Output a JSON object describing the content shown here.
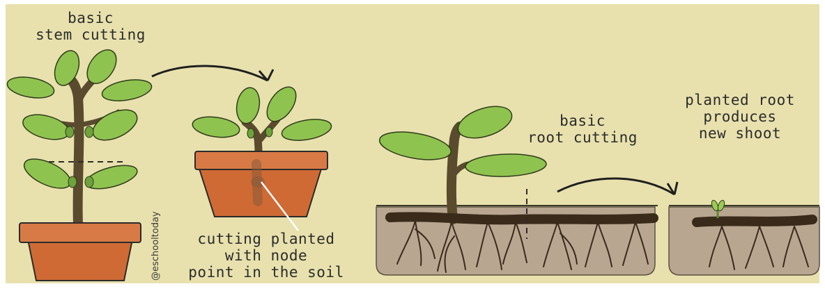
{
  "colors": {
    "background": "#e8e1ad",
    "leaf": "#8fc34f",
    "leaf_dark": "#5e8a2f",
    "stem": "#5a4a2e",
    "pot": "#cf6a35",
    "pot_rim": "#d87a45",
    "soil": "#b9a691",
    "root": "#3a2a1a",
    "shoot": "#9ccb55"
  },
  "labels": {
    "stem_cutting": [
      "basic",
      "stem cutting"
    ],
    "cutting_planted": [
      "cutting planted",
      "with node",
      "point in the soil"
    ],
    "root_cutting": [
      "basic",
      "root cutting"
    ],
    "new_shoot": [
      "planted root",
      "produces",
      "new shoot"
    ]
  },
  "credit": "@eschooltoday",
  "icons": [
    "curved-arrow-icon",
    "curved-arrow-icon"
  ]
}
